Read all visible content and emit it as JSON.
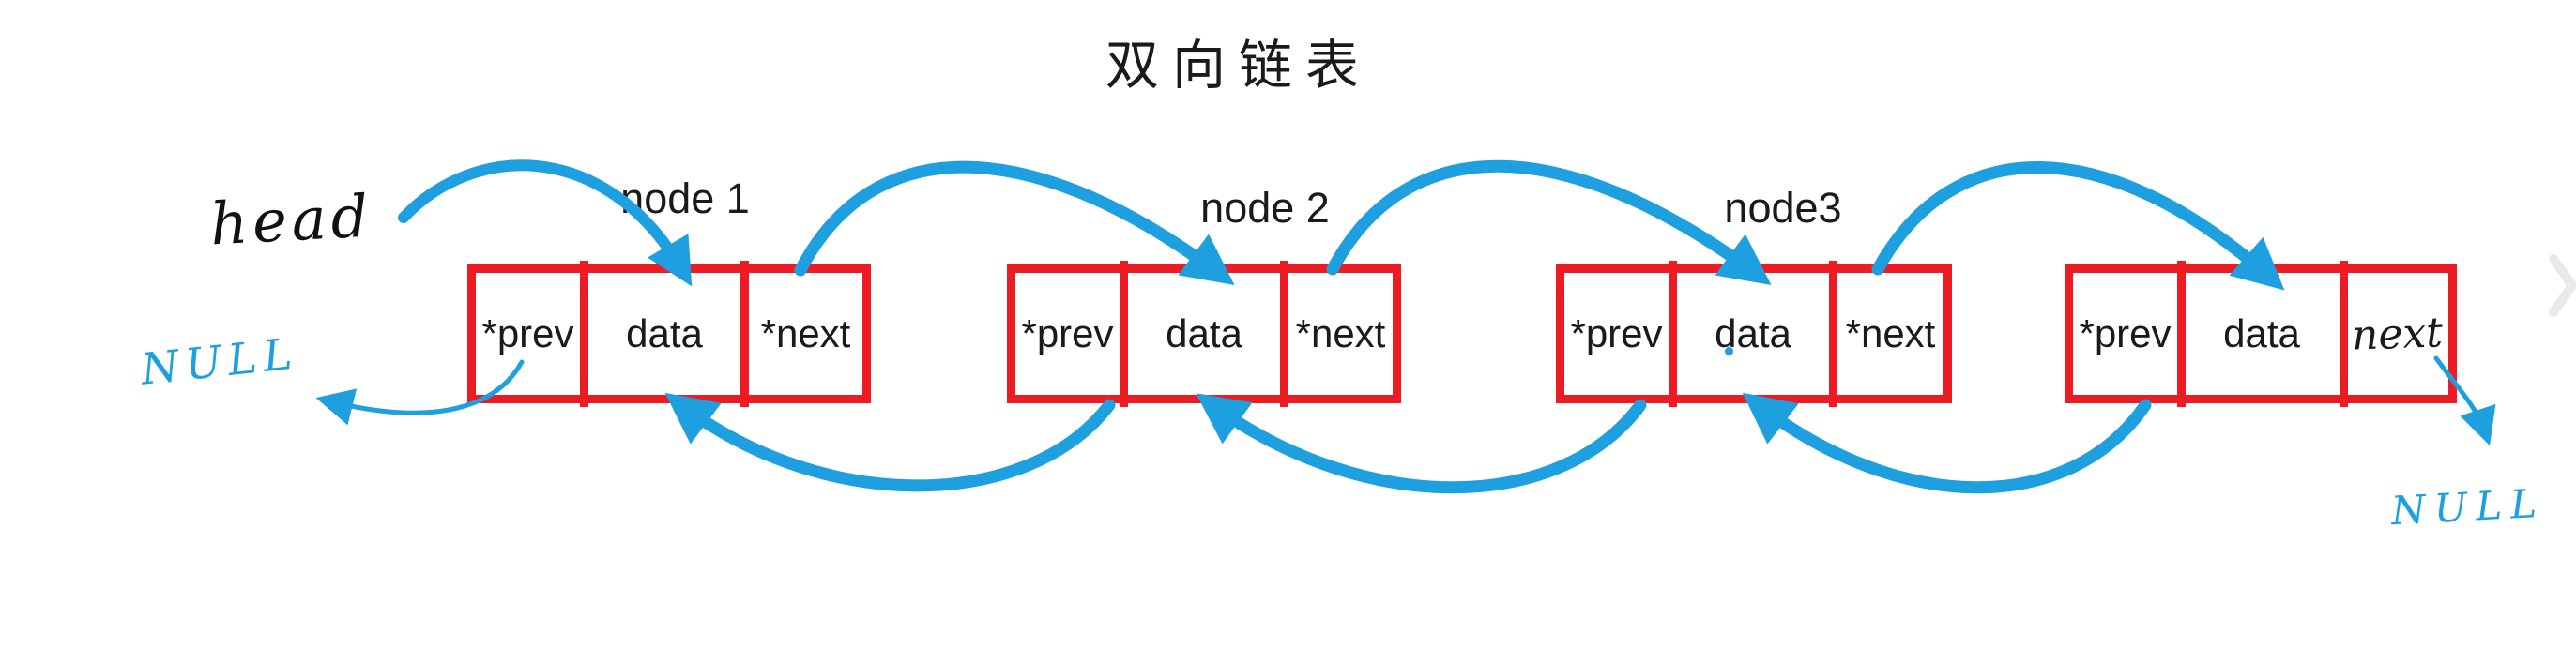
{
  "title": "双向链表",
  "annotations": {
    "head_label": "head",
    "null_left": "NULL",
    "null_right": "NULL"
  },
  "nodes": [
    {
      "label": "node 1",
      "cells": {
        "prev": "*prev",
        "data": "data",
        "next": "*next"
      }
    },
    {
      "label": "node 2",
      "cells": {
        "prev": "*prev",
        "data": "data",
        "next": "*next"
      }
    },
    {
      "label": "node3",
      "cells": {
        "prev": "*prev",
        "data": "data",
        "next": "*next"
      }
    },
    {
      "label": "",
      "cells": {
        "prev": "*prev",
        "data": "data",
        "next": "next"
      }
    }
  ],
  "links": [
    {
      "from": "head",
      "to": "node1.data",
      "type": "head-pointer"
    },
    {
      "from": "node1.*next",
      "to": "node2.data",
      "type": "next"
    },
    {
      "from": "node2.*next",
      "to": "node3.data",
      "type": "next"
    },
    {
      "from": "node3.*next",
      "to": "node4.data",
      "type": "next"
    },
    {
      "from": "node1.*prev",
      "to": "NULL",
      "type": "prev"
    },
    {
      "from": "node2.*prev",
      "to": "node1.data",
      "type": "prev"
    },
    {
      "from": "node3.*prev",
      "to": "node2.data",
      "type": "prev"
    },
    {
      "from": "node4.*prev",
      "to": "node3.data",
      "type": "prev"
    },
    {
      "from": "node4.next",
      "to": "NULL",
      "type": "next"
    }
  ],
  "colors": {
    "box_red": "#ed1c24",
    "arrow_blue": "#1e9fe0",
    "ink_black": "#1a1a1a",
    "chevron_gray": "#e9e9e9"
  },
  "icons": {
    "chevron": "next-page-chevron"
  }
}
